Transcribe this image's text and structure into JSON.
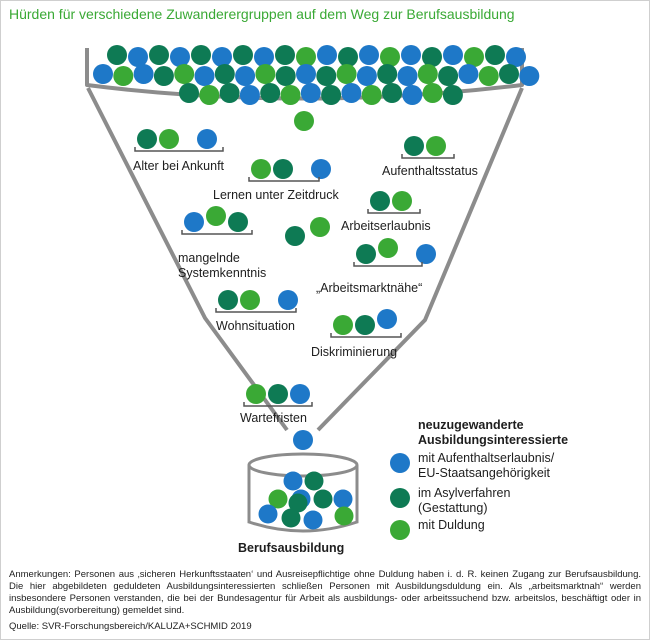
{
  "title": "Hürden für verschiedene Zuwanderergruppen auf dem Weg zur Berufsausbildung",
  "colors": {
    "blue": "#1e78c8",
    "dark_green": "#0e7a54",
    "green": "#3aa935",
    "frame": "#8c8c8c"
  },
  "hurdles": [
    {
      "label": "Alter bei Ankunft",
      "balls": [
        "dark_green",
        "green",
        "blue"
      ],
      "passed": [
        "blue"
      ]
    },
    {
      "label": "Lernen unter Zeitdruck",
      "balls": [
        "green",
        "dark_green",
        "blue"
      ],
      "passed": [
        "blue"
      ]
    },
    {
      "label": "Aufenthaltsstatus",
      "balls": [
        "dark_green",
        "green"
      ],
      "passed": []
    },
    {
      "label": "Arbeitserlaubnis",
      "balls": [
        "dark_green",
        "green"
      ],
      "passed": []
    },
    {
      "label": "mangelnde Systemkenntnis",
      "label_lines": [
        "mangelnde",
        "Systemkenntnis"
      ],
      "balls": [
        "blue",
        "green",
        "dark_green"
      ],
      "passed": []
    },
    {
      "label": "„Arbeitsmarktnähe“",
      "balls": [
        "dark_green",
        "green",
        "blue"
      ],
      "passed": [
        "blue"
      ]
    },
    {
      "label": "Wohnsituation",
      "balls": [
        "dark_green",
        "green",
        "blue"
      ],
      "passed": [
        "blue"
      ]
    },
    {
      "label": "Diskriminierung",
      "balls": [
        "green",
        "dark_green",
        "blue"
      ],
      "passed": []
    },
    {
      "label": "Wartefristen",
      "balls": [
        "green",
        "dark_green",
        "blue"
      ],
      "passed": []
    }
  ],
  "destination": "Berufsausbildung",
  "legend": {
    "heading_lines": [
      "neuzugewanderte",
      "Ausbildungsinteressierte"
    ],
    "items": [
      {
        "color": "blue",
        "lines": [
          "mit Aufenthaltserlaubnis/",
          "EU-Staatsangehörigkeit"
        ]
      },
      {
        "color": "dark_green",
        "lines": [
          "im Asylverfahren",
          "(Gestattung)"
        ]
      },
      {
        "color": "green",
        "lines": [
          "mit Duldung"
        ]
      }
    ]
  },
  "note": "Anmerkungen: Personen aus ‚sicheren Herkunftsstaaten‘ und Ausreisepflichtige ohne Duldung haben i. d. R. keinen Zugang zur Berufsausbildung. Die hier abgebildeten geduldeten Ausbildungsinteressierten schließen Personen mit Ausbildungsduldung ein. Als „arbeitsmarktnah“ werden insbesondere Personen verstanden, die bei der Bundesagentur für Arbeit als ausbildungs- oder arbeitssuchend bzw. arbeitslos, beschäftigt oder in Ausbildung(svorbereitung) gemeldet sind.",
  "source": "Quelle: SVR-Forschungsbereich/KALUZA+SCHMID 2019"
}
